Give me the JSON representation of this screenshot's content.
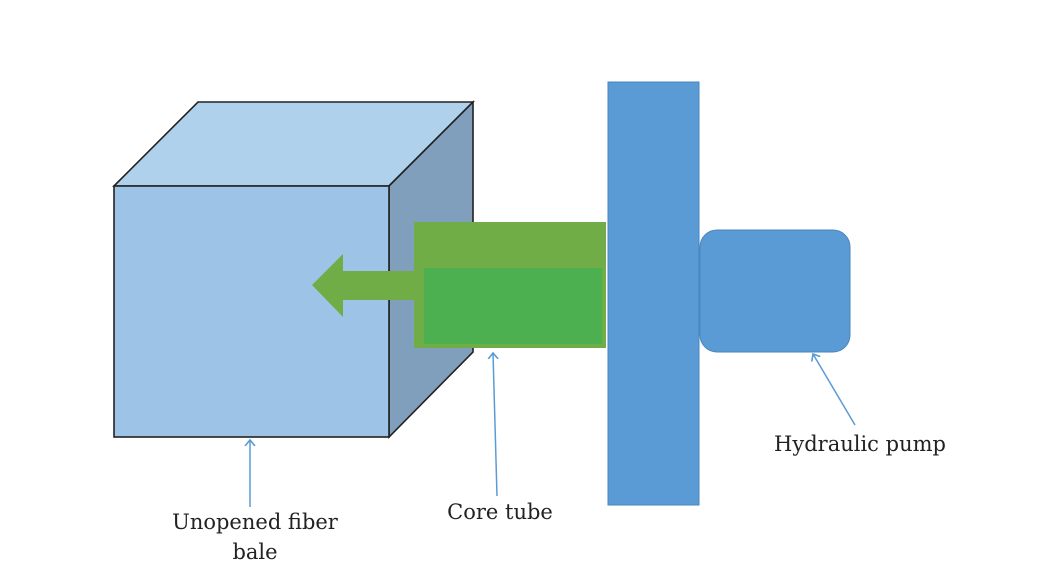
{
  "labels": {
    "bale_line1": "Unopened fiber",
    "bale_line2": "bale",
    "core_tube": "Core tube",
    "hydraulic_pump": "Hydraulic pump"
  },
  "colors": {
    "cube_front": "#9dc3e6",
    "cube_top": "#b0d1ec",
    "cube_side": "#7f9fbd",
    "core_tube_outer": "#70ad47",
    "core_tube_inner": "#4caf50",
    "press_plate": "#5b9bd5",
    "pump": "#5b9bd5",
    "pointer_line": "#5b9bd5",
    "outline": "#222222"
  }
}
